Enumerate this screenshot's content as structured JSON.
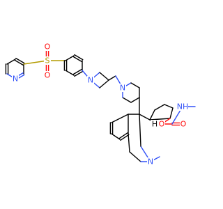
{
  "colors": {
    "carbon": "#000000",
    "nitrogen": "#3050f8",
    "oxygen": "#ff0d0d",
    "sulfur": "#b39b00",
    "background": "#ffffff"
  },
  "labels": {
    "pyridine_n": "N",
    "sulfone_s": "S",
    "sulfone_o1": "O",
    "sulfone_o2": "O",
    "azetidine_n": "N",
    "piperidine_n": "N",
    "stereo_h": "H",
    "ester_o": "O",
    "carbonyl_o": "O",
    "amide_nh": "NH",
    "iq_n": "N"
  }
}
